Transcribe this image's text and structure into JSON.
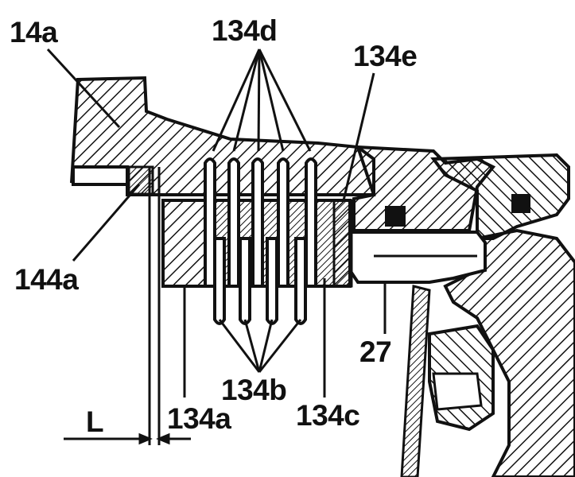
{
  "labels": {
    "l14a": "14a",
    "l134d": "134d",
    "l134e": "134e",
    "l144a": "144a",
    "l27": "27",
    "l134b": "134b",
    "l134a": "134a",
    "l134c": "134c",
    "lL": "L"
  },
  "colors": {
    "ink": "#111111",
    "paper": "#ffffff"
  }
}
